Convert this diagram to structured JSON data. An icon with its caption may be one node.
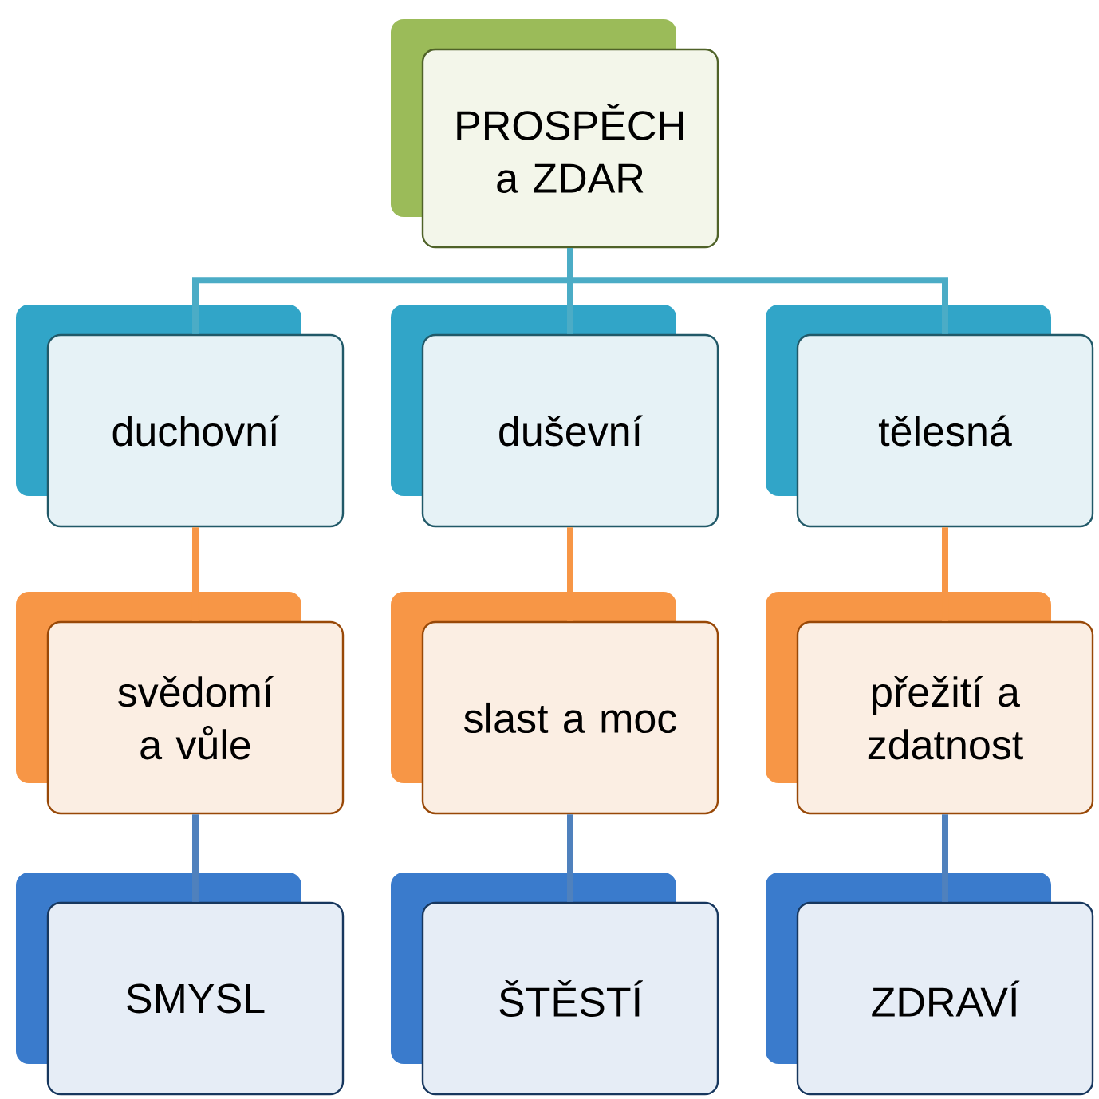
{
  "diagram": {
    "nodes": [
      {
        "text": [
          "PROSPĚCH a ZDAR"
        ]
      },
      {
        "text": [
          "duchovní"
        ]
      },
      {
        "text": [
          "duševní"
        ]
      },
      {
        "text": [
          "tělesná"
        ]
      },
      {
        "text": [
          "svědomí a vůle"
        ]
      },
      {
        "text": [
          "slast a moc"
        ]
      },
      {
        "text": [
          "přežití a zdatnost"
        ]
      },
      {
        "text": [
          "SMYSL"
        ]
      },
      {
        "text": [
          "ŠTĚSTÍ"
        ]
      },
      {
        "text": [
          "ZDRAVÍ"
        ]
      }
    ],
    "edges": [
      {
        "from": 0,
        "to": 1,
        "arrow": "none",
        "color": "#4bacc6"
      },
      {
        "from": 0,
        "to": 2,
        "arrow": "none",
        "color": "#4bacc6"
      },
      {
        "from": 0,
        "to": 3,
        "arrow": "none",
        "color": "#4bacc6"
      },
      {
        "from": 1,
        "to": 4,
        "arrow": "none",
        "color": "#f79646"
      },
      {
        "from": 2,
        "to": 5,
        "arrow": "none",
        "color": "#f79646"
      },
      {
        "from": 3,
        "to": 6,
        "arrow": "none",
        "color": "#f79646"
      },
      {
        "from": 4,
        "to": 7,
        "arrow": "none",
        "color": "#4f81bd"
      },
      {
        "from": 5,
        "to": 8,
        "arrow": "none",
        "color": "#4f81bd"
      },
      {
        "from": 6,
        "to": 9,
        "arrow": "none",
        "color": "#4f81bd"
      }
    ]
  }
}
